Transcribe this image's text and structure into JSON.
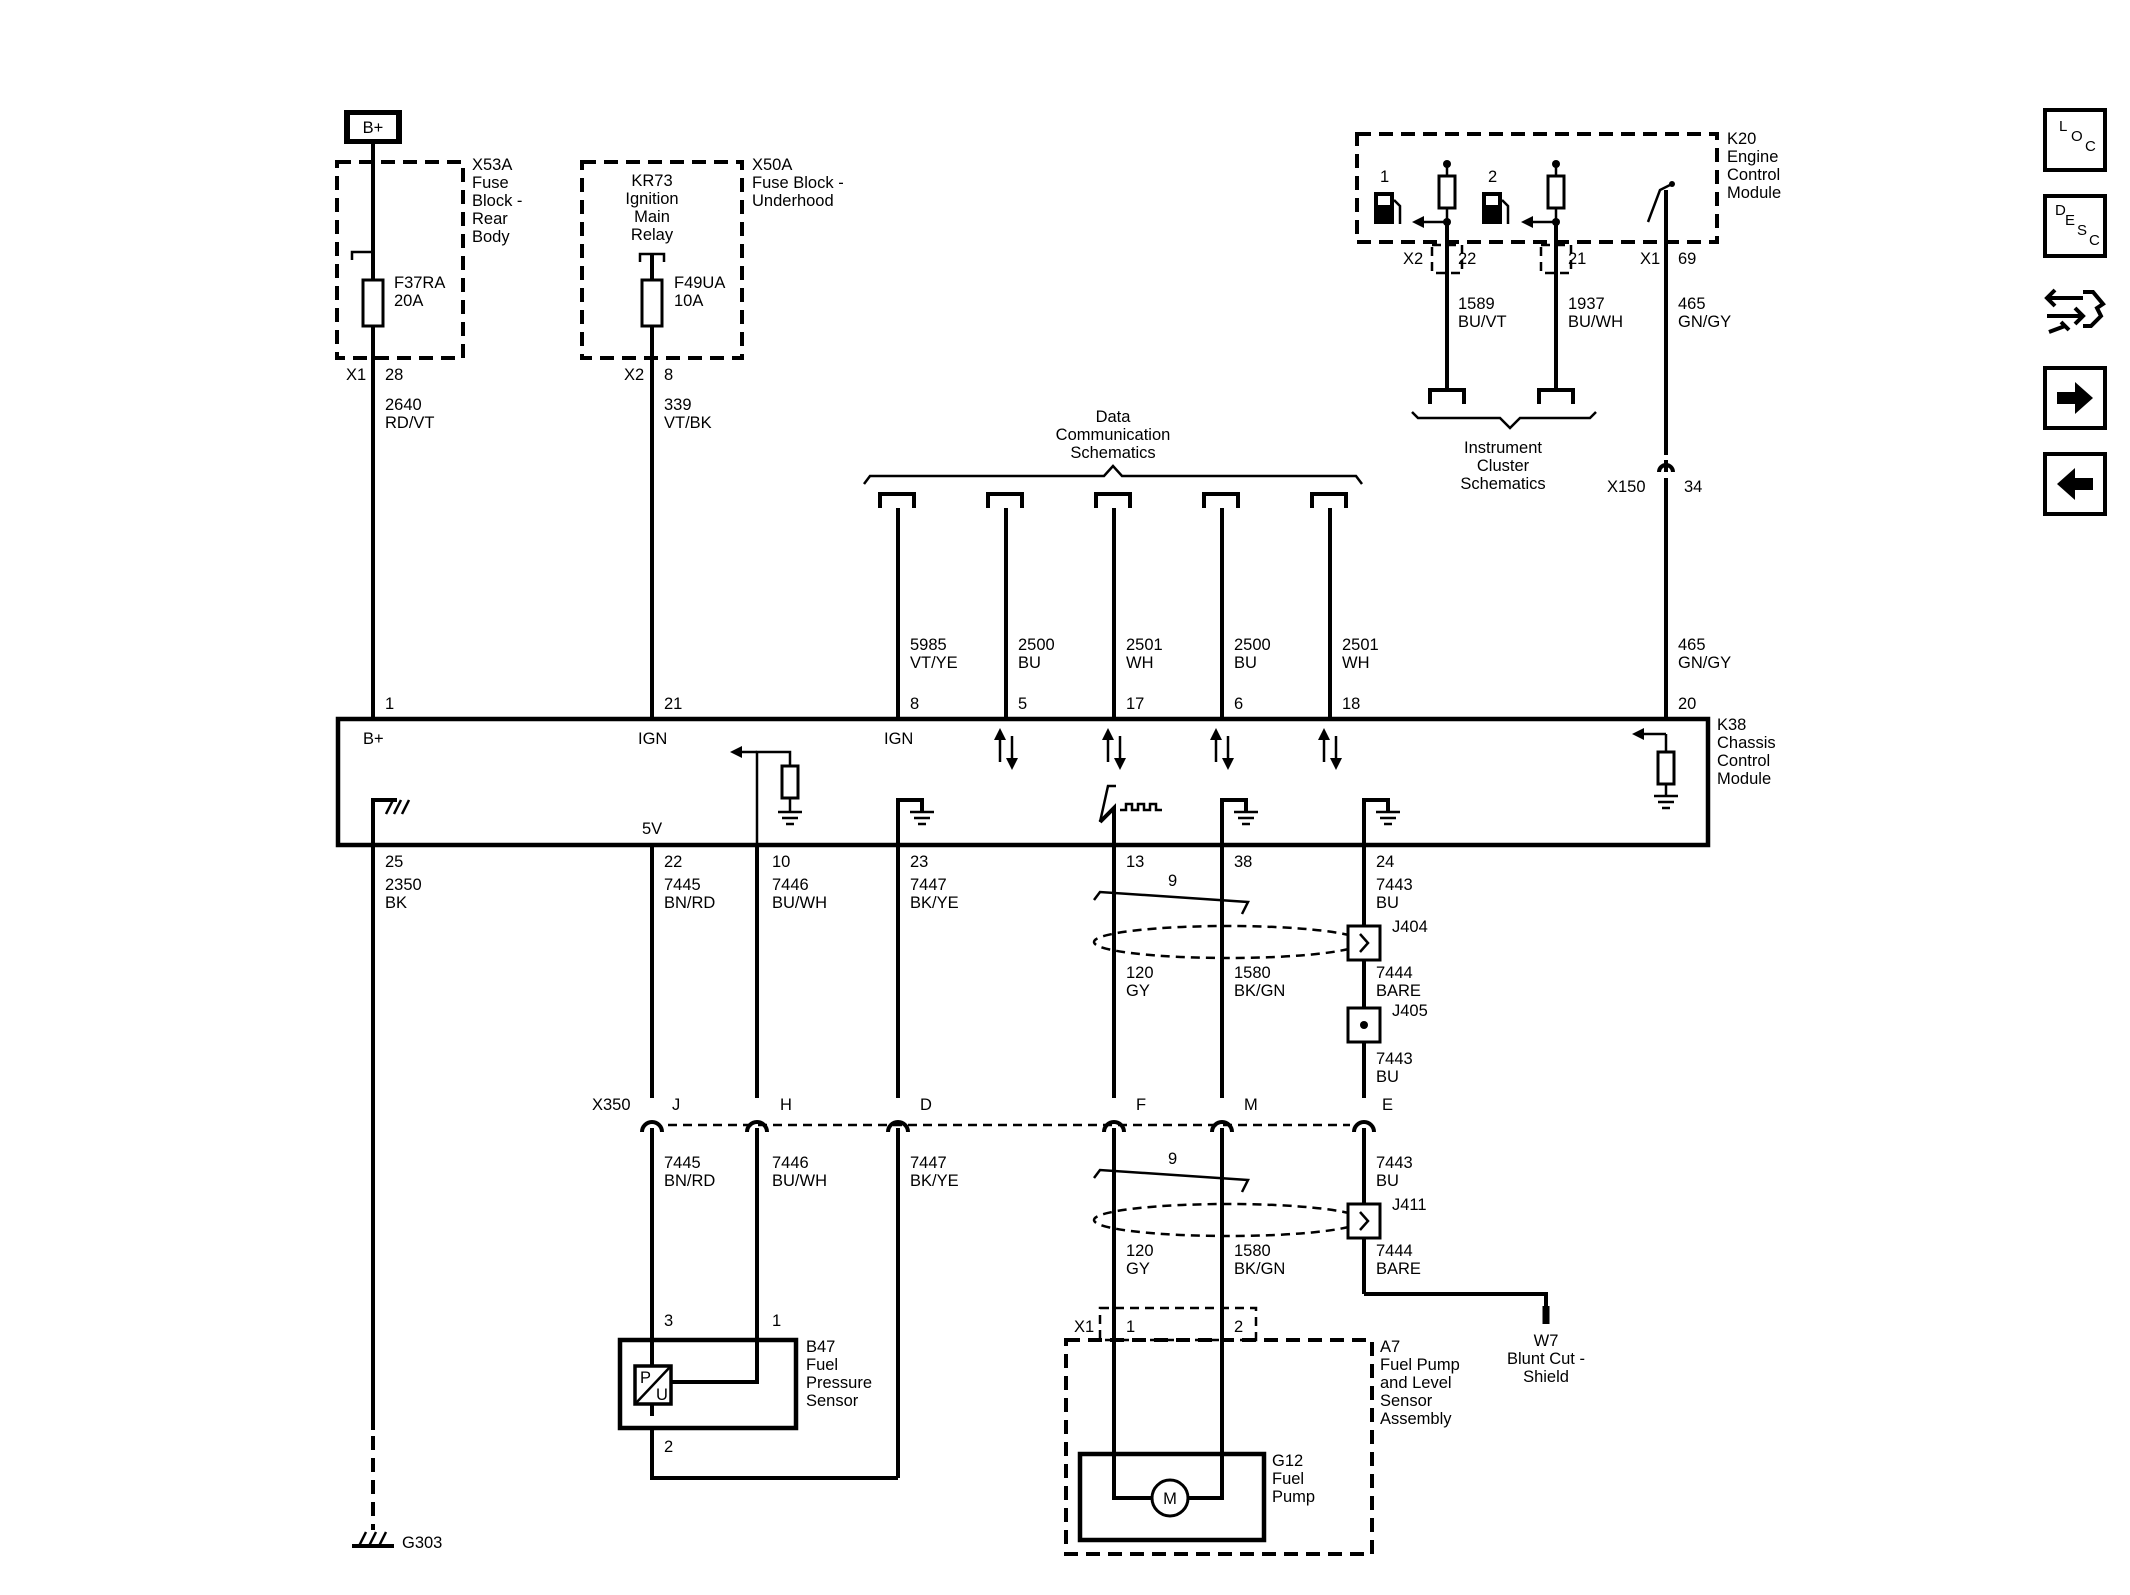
{
  "power": {
    "battery": "B+"
  },
  "fuse_blocks": {
    "rear": {
      "id": "X53A",
      "line1": "Fuse",
      "line2": "Block -",
      "line3": "Rear",
      "line4": "Body",
      "fuse": "F37RA",
      "rating": "20A",
      "connector": "X1",
      "pin": "28"
    },
    "underhood": {
      "id": "X50A",
      "line1": "Fuse Block -",
      "line2": "Underhood",
      "relay1": "KR73",
      "relay2": "Ignition",
      "relay3": "Main",
      "relay4": "Relay",
      "fuse": "F49UA",
      "rating": "10A",
      "connector": "X2",
      "pin": "8"
    }
  },
  "ecm": {
    "id": "K20",
    "line1": "Engine",
    "line2": "Control",
    "line3": "Module",
    "out1": "1",
    "out2": "2",
    "conn_a": "X2",
    "pin_a1": "22",
    "pin_a2": "21",
    "conn_b": "X1",
    "pin_b": "69"
  },
  "refs": {
    "data_comm": [
      "Data",
      "Communication",
      "Schematics"
    ],
    "cluster": [
      "Instrument",
      "Cluster",
      "Schematics"
    ]
  },
  "wires": {
    "w2640": [
      "2640",
      "RD/VT"
    ],
    "w339": [
      "339",
      "VT/BK"
    ],
    "w1589": [
      "1589",
      "BU/VT"
    ],
    "w1937": [
      "1937",
      "BU/WH"
    ],
    "w465a": [
      "465",
      "GN/GY"
    ],
    "w465b": [
      "465",
      "GN/GY"
    ],
    "w5985": [
      "5985",
      "VT/YE"
    ],
    "w2500a": [
      "2500",
      "BU"
    ],
    "w2501a": [
      "2501",
      "WH"
    ],
    "w2500b": [
      "2500",
      "BU"
    ],
    "w2501b": [
      "2501",
      "WH"
    ],
    "w2350": [
      "2350",
      "BK"
    ],
    "w7445a": [
      "7445",
      "BN/RD"
    ],
    "w7446a": [
      "7446",
      "BU/WH"
    ],
    "w7447a": [
      "7447",
      "BK/YE"
    ],
    "w7443a": [
      "7443",
      "BU"
    ],
    "w120a": [
      "120",
      "GY"
    ],
    "w1580a": [
      "1580",
      "BK/GN"
    ],
    "w7444a": [
      "7444",
      "BARE"
    ],
    "w7443b": [
      "7443",
      "BU"
    ],
    "w7445b": [
      "7445",
      "BN/RD"
    ],
    "w7446b": [
      "7446",
      "BU/WH"
    ],
    "w7447b": [
      "7447",
      "BK/YE"
    ],
    "w7443c": [
      "7443",
      "BU"
    ],
    "w120b": [
      "120",
      "GY"
    ],
    "w1580b": [
      "1580",
      "BK/GN"
    ],
    "w7444b": [
      "7444",
      "BARE"
    ],
    "twist": "9"
  },
  "inline": {
    "x150": "X150",
    "x150_pin": "34"
  },
  "ccm": {
    "id": "K38",
    "line1": "Chassis",
    "line2": "Control",
    "line3": "Module",
    "top_pins": [
      "1",
      "21",
      "8",
      "5",
      "17",
      "6",
      "18",
      "20"
    ],
    "bottom_pins": [
      "25",
      "22",
      "10",
      "23",
      "13",
      "38",
      "24"
    ],
    "labels": {
      "bplus": "B+",
      "ign1": "IGN",
      "ign2": "IGN",
      "v5": "5V"
    }
  },
  "splices": {
    "j404": "J404",
    "j405": "J405",
    "j411": "J411"
  },
  "x350": {
    "id": "X350",
    "pins": [
      "J",
      "H",
      "D",
      "F",
      "M",
      "E"
    ]
  },
  "sensor": {
    "id": "B47",
    "line1": "Fuel",
    "line2": "Pressure",
    "line3": "Sensor",
    "pin3": "3",
    "pin1": "1",
    "pin2": "2",
    "p": "P",
    "u": "U"
  },
  "pump_assy": {
    "id": "A7",
    "line1": "Fuel Pump",
    "line2": "and Level",
    "line3": "Sensor",
    "line4": "Assembly",
    "conn": "X1",
    "pin1": "1",
    "pin2": "2"
  },
  "pump": {
    "id": "G12",
    "line1": "Fuel",
    "line2": "Pump",
    "motor": "M"
  },
  "shield": {
    "id": "W7",
    "line1": "Blunt Cut -",
    "line2": "Shield"
  },
  "ground": {
    "id": "G303"
  },
  "nav": {
    "loc": [
      "L",
      "O",
      "C"
    ],
    "desc": [
      "D",
      "E",
      "S",
      "C"
    ]
  }
}
